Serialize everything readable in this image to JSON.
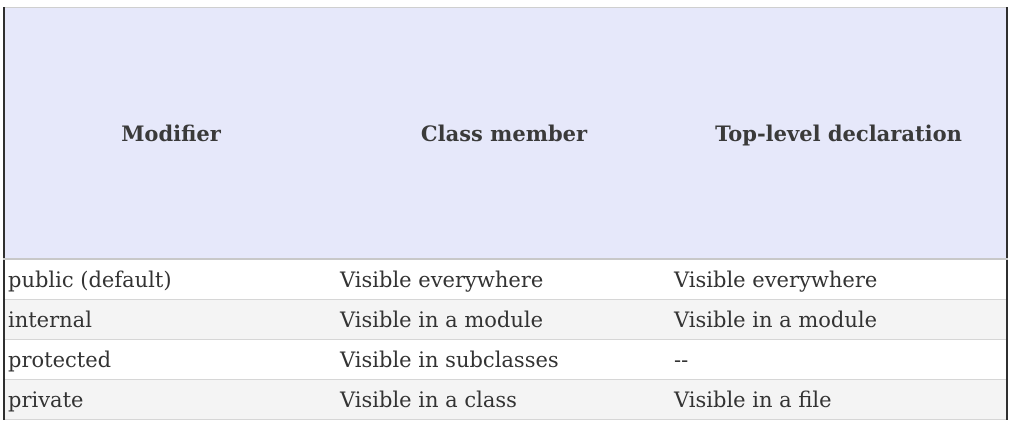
{
  "table": {
    "headers": [
      "Modifier",
      "Class member",
      "Top-level declaration"
    ],
    "rows": [
      [
        "public (default)",
        "Visible everywhere",
        "Visible everywhere"
      ],
      [
        "internal",
        "Visible in a module",
        "Visible in a module"
      ],
      [
        "protected",
        "Visible in subclasses",
        "--"
      ],
      [
        "private",
        "Visible in a class",
        "Visible in a file"
      ]
    ]
  },
  "colors": {
    "header_bg": "#e6e8fa",
    "row_alt_bg": "#f4f4f4",
    "border": "#2f2f2f"
  }
}
